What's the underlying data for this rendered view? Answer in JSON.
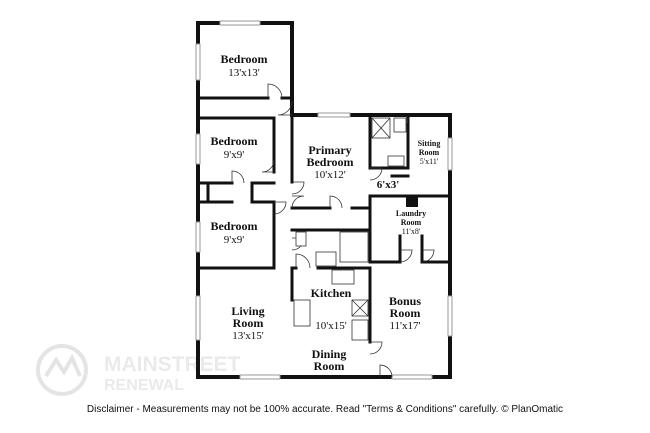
{
  "rooms": {
    "bedroom_top": {
      "name": "Bedroom",
      "dims": "13'x13'"
    },
    "bedroom_mid": {
      "name": "Bedroom",
      "dims": "9'x9'"
    },
    "bedroom_low": {
      "name": "Bedroom",
      "dims": "9'x9'"
    },
    "primary": {
      "name1": "Primary",
      "name2": "Bedroom",
      "dims": "10'x12'"
    },
    "sitting": {
      "name1": "Sitting",
      "name2": "Room",
      "dims": "5'x11'"
    },
    "closet": {
      "dims": "6'x3'"
    },
    "laundry": {
      "name1": "Laundry",
      "name2": "Room",
      "dims": "11'x8'"
    },
    "kitchen": {
      "name": "Kitchen",
      "dims": "10'x15'"
    },
    "living": {
      "name1": "Living",
      "name2": "Room",
      "dims": "13'x15'"
    },
    "dining": {
      "name1": "Dining",
      "name2": "Room"
    },
    "bonus": {
      "name1": "Bonus",
      "name2": "Room",
      "dims": "11'x17'"
    }
  },
  "watermark": {
    "line1": "MAINSTREET",
    "line2": "RENEWAL"
  },
  "disclaimer": "Disclaimer - Measurements may not be 100% accurate. Read \"Terms & Conditions\" carefully. © PlanOmatic"
}
